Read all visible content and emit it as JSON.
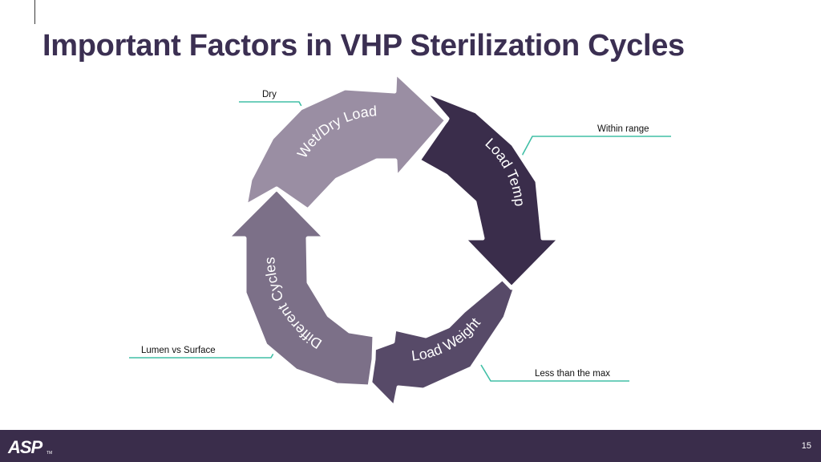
{
  "slide": {
    "title": "Important Factors in VHP Sterilization Cycles",
    "page_number": "15"
  },
  "cycle": {
    "segments": [
      {
        "label": "Wet/Dry Load",
        "callout": "Dry",
        "color": "#9a8ea3"
      },
      {
        "label": "Load Temp",
        "callout": "Within range",
        "color": "#3a2d4b"
      },
      {
        "label": "Load Weight",
        "callout": "Less than the max",
        "color": "#574a68"
      },
      {
        "label": "Different Cycles",
        "callout": "Lumen vs Surface",
        "color": "#7c7088"
      }
    ],
    "callout_line_color": "#40bfa6"
  },
  "footer": {
    "logo": "ASP",
    "trademark": "TM",
    "background": "#3a2d4b"
  }
}
